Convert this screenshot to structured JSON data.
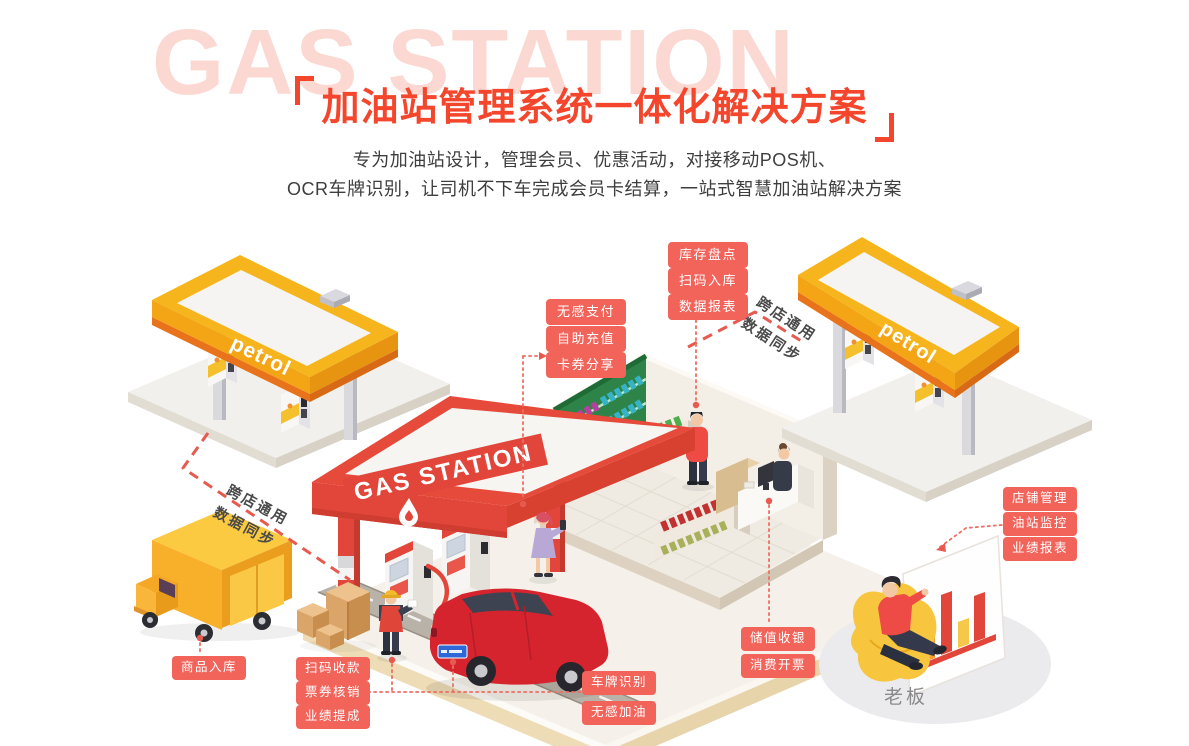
{
  "header": {
    "background_text": "GAS STATION",
    "title": "加油站管理系统一体化解决方案",
    "subtitle_line1": "专为加油站设计，管理会员、优惠活动，对接移动POS机、",
    "subtitle_line2": "OCR车牌识别，让司机不下车完成会员卡结算，一站式智慧加油站解决方案"
  },
  "feature_labels": {
    "inventory": [
      "库存盘点",
      "扫码入库",
      "数据报表"
    ],
    "payment": [
      "无感支付",
      "自助充值",
      "卡券分享"
    ],
    "goods_inbound": "商品入库",
    "staff": [
      "扫码收款",
      "票券核销",
      "业绩提成"
    ],
    "vehicle": [
      "车牌识别",
      "无感加油"
    ],
    "checkout": [
      "储值收银",
      "消费开票"
    ],
    "management": [
      "店铺管理",
      "油站监控",
      "业绩报表"
    ]
  },
  "illustration": {
    "left_station_sign": "petrol",
    "right_station_sign": "petrol",
    "center_station_sign": "GAS STATION",
    "boss_label": "老板",
    "sync_left": {
      "line1": "跨店通用",
      "line2": "数据同步"
    },
    "sync_right": {
      "line1": "跨店通用",
      "line2": "数据同步"
    }
  },
  "colors": {
    "accent_red": "#f4462c",
    "tag_background": "#f2635a",
    "dashed_line": "#e75a4f",
    "canopy_yellow": "#f6b51c",
    "canopy_red": "#e64a3a",
    "background_pink": "#fbd8d2"
  }
}
